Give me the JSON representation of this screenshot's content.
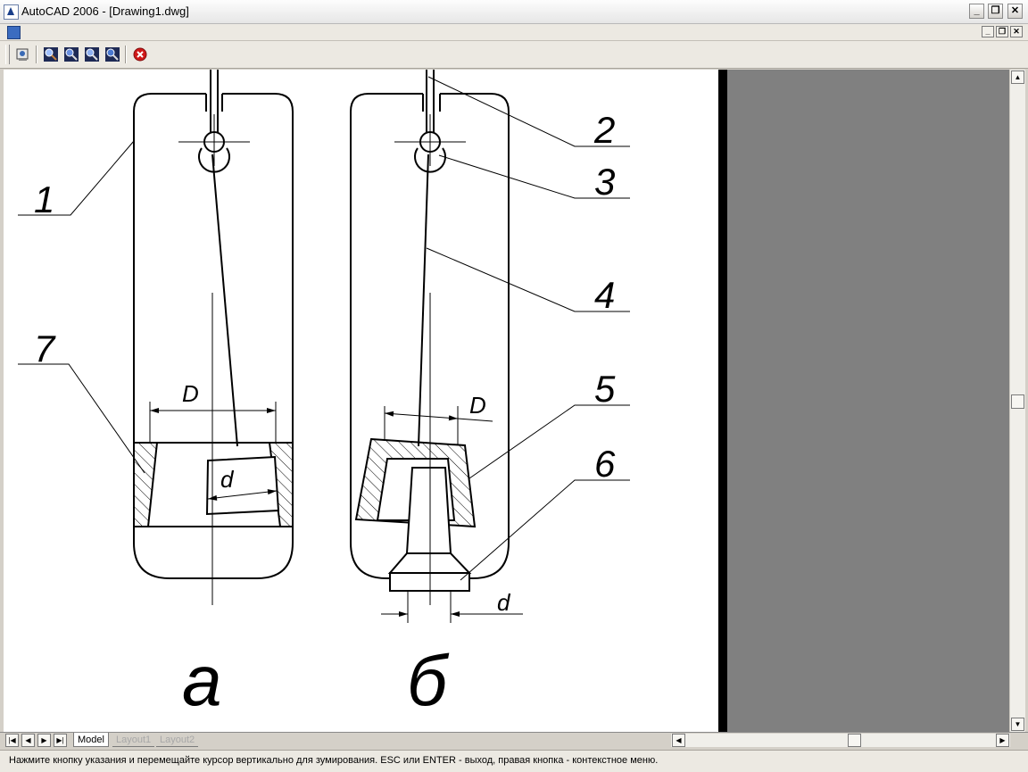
{
  "window": {
    "title": "AutoCAD 2006 - [Drawing1.dwg]"
  },
  "window_controls": {
    "minimize": "_",
    "restore": "❐",
    "close": "✕"
  },
  "toolbar": {
    "icons": [
      "pan-realtime-icon",
      "zoom-realtime-icon",
      "zoom-window-icon",
      "zoom-original-icon",
      "zoom-extents-icon",
      "close-icon"
    ]
  },
  "drawing": {
    "leader_labels": [
      "1",
      "2",
      "3",
      "4",
      "5",
      "6",
      "7"
    ],
    "dim_D_left": "D",
    "dim_d_left": "d",
    "dim_D_right": "D",
    "dim_d_right": "d",
    "caption_a": "а",
    "caption_b": "б"
  },
  "tabs": [
    {
      "label": "Model",
      "active": true
    },
    {
      "label": "Layout1",
      "active": false
    },
    {
      "label": "Layout2",
      "active": false
    }
  ],
  "status": {
    "text": "Нажмите кнопку указания и перемещайте курсор вертикально для зумирования. ESC или ENTER - выход, правая кнопка - контекстное меню."
  },
  "colors": {
    "title_bar": "#f0f0f0",
    "drawing_bg": "#ffffff",
    "canvas_gray": "#808080",
    "close_icon": "#d01818"
  }
}
